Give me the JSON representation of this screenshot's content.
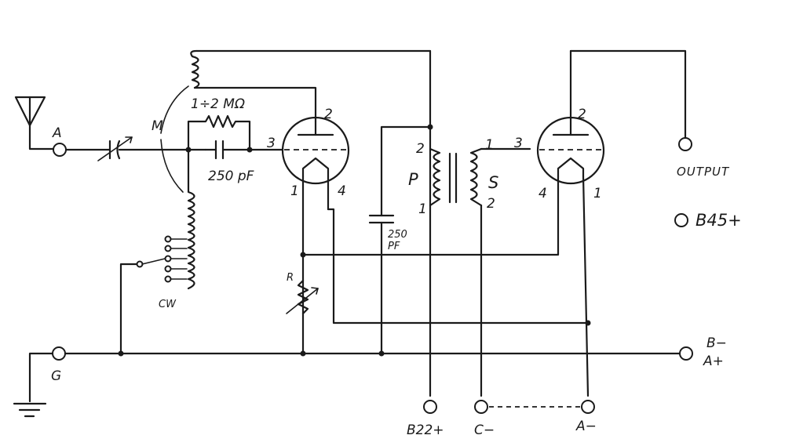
{
  "labels": {
    "antenna_terminal": "A",
    "ground_terminal": "G",
    "coupling_mark": "M",
    "grid_leak": "1÷2 MΩ",
    "grid_cap": "250 pF",
    "cw": "CW",
    "rheostat": "R",
    "primary": "P",
    "secondary": "S",
    "bypass_cap_a": "250",
    "bypass_cap_b": "PF",
    "output": "OUTPUT",
    "b45": "B45+",
    "b_minus": "B−",
    "a_plus": "A+",
    "b22": "B22+",
    "c_minus": "C−",
    "a_minus": "A−",
    "v1_plate": "2",
    "v1_grid": "3",
    "v1_fil_a": "1",
    "v1_fil_b": "4",
    "v2_plate": "2",
    "v2_grid": "3",
    "v2_fil_a": "4",
    "v2_fil_b": "1",
    "tp_2": "2",
    "tp_1": "1",
    "ts_1": "1",
    "ts_2": "2"
  }
}
